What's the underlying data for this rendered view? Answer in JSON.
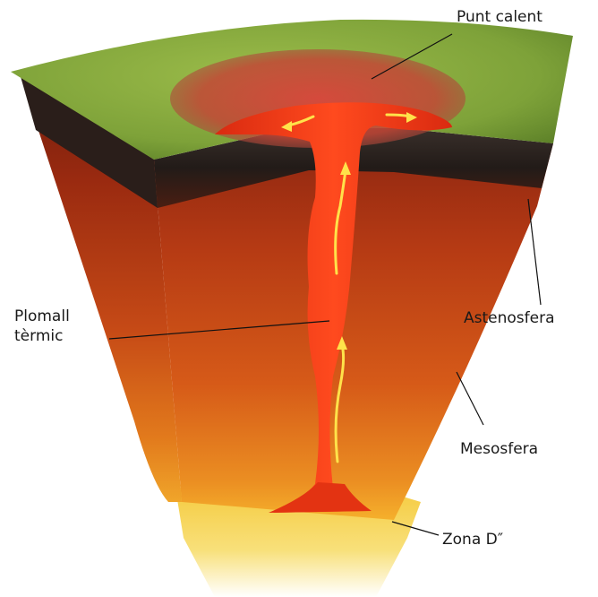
{
  "labels": {
    "punt_calent": "Punt calent",
    "plomall_line1": "Plomall",
    "plomall_line2": "tèrmic",
    "astenosfera": "Astenosfera",
    "mesosfera": "Mesosfera",
    "zona_d": "Zona D″"
  },
  "colors": {
    "surface": "#7fa83a",
    "crust": "#2b2320",
    "mantle": "#c8401a",
    "plume": "#f03a14",
    "arrows": "#ffe24a",
    "zone_d": "#f2c230"
  }
}
